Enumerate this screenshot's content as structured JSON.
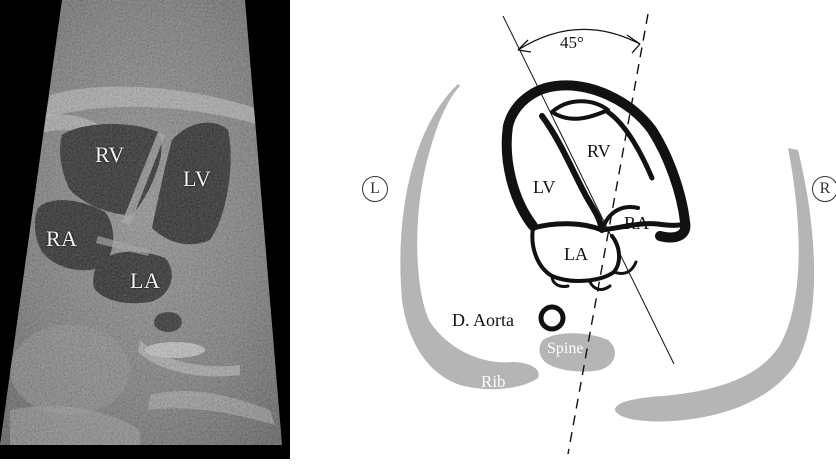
{
  "ultrasound": {
    "labels": {
      "rv": "RV",
      "lv": "LV",
      "ra": "RA",
      "la": "LA"
    }
  },
  "diagram": {
    "angle_label": "45°",
    "chambers": {
      "lv": "LV",
      "rv": "RV",
      "ra": "RA",
      "la": "LA"
    },
    "aorta_label": "D. Aorta",
    "spine_label": "Spine",
    "rib_label": "Rib",
    "side_left": "L",
    "side_right": "R"
  },
  "colors": {
    "outline": "#111111",
    "bone_gray": "#b5b5b5",
    "ultrasound_bg": "#000000"
  }
}
